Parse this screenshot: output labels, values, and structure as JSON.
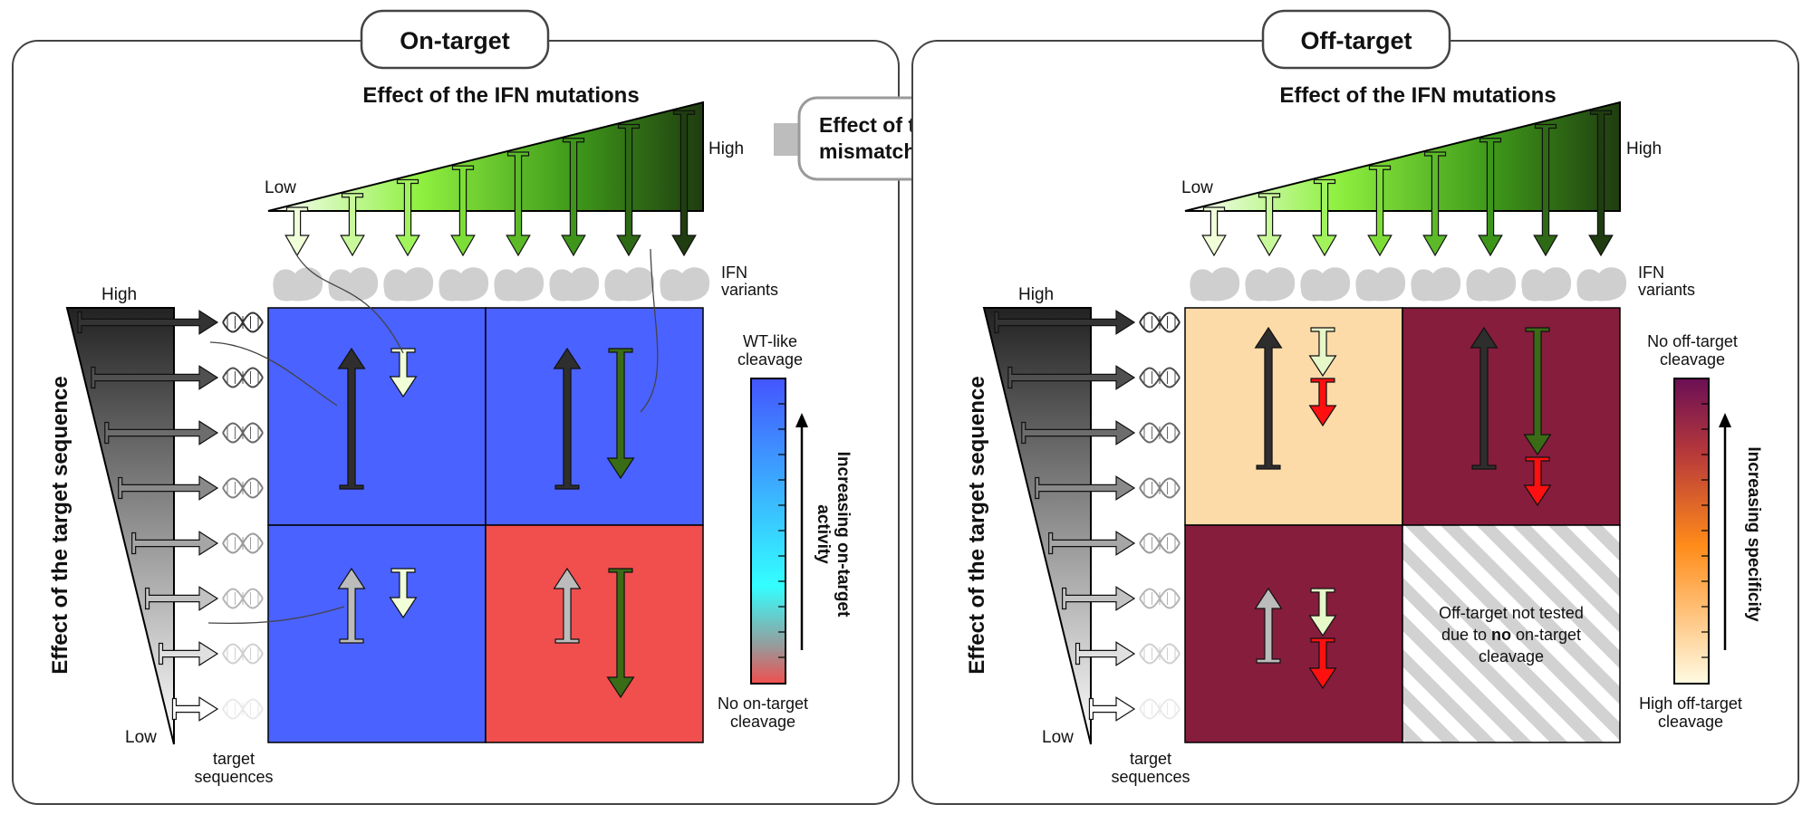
{
  "panels": {
    "on_target": {
      "title": "On-target",
      "top_axis": {
        "title": "Effect of the IFN mutations",
        "low": "Low",
        "high": "High"
      },
      "side_axis": {
        "title": "Effect of the target sequence",
        "low": "Low",
        "high": "High"
      },
      "ifn_label_line1": "IFN",
      "ifn_label_line2": "variants",
      "target_label_line1": "target",
      "target_label_line2": "sequences",
      "colorbar": {
        "top_line1": "WT-like",
        "top_line2": "cleavage",
        "bottom_line1": "No on-target",
        "bottom_line2": "cleavage",
        "arrow_line1": "Increasing on-target",
        "arrow_line2": "activity"
      },
      "quadrant_colors": {
        "top_left": "#4a62ff",
        "top_right": "#4a62ff",
        "bottom_left": "#4a62ff",
        "bottom_right": "#f14e4e"
      }
    },
    "off_target": {
      "title": "Off-target",
      "top_axis": {
        "title": "Effect of the IFN mutations",
        "low": "Low",
        "high": "High"
      },
      "side_axis": {
        "title": "Effect of the target sequence",
        "low": "Low",
        "high": "High"
      },
      "ifn_label_line1": "IFN",
      "ifn_label_line2": "variants",
      "target_label_line1": "target",
      "target_label_line2": "sequences",
      "colorbar": {
        "top_line1": "No off-target",
        "top_line2": "cleavage",
        "bottom_line1": "High off-target",
        "bottom_line2": "cleavage",
        "arrow_line1": "Increasing specificity"
      },
      "quadrant_colors": {
        "top_left": "#fcdba8",
        "top_right": "#861d3d",
        "bottom_left": "#861d3d"
      },
      "untested": {
        "line1": "Off-target not tested",
        "line2_prefix": "due to ",
        "line2_bold": "no",
        "line2_suffix": " on-target",
        "line3": "cleavage"
      }
    }
  },
  "mismatch_box": {
    "line1": "Effect of the",
    "line2": "mismatches"
  }
}
